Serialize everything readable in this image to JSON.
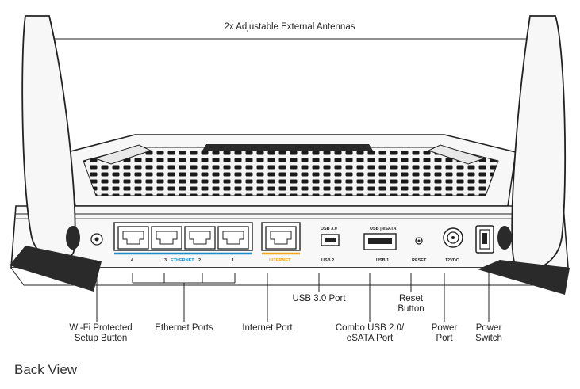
{
  "top_label": "2x Adjustable External Antennas",
  "panel_text": {
    "usb30": "USB 3.0",
    "usb_esata": "USB | eSATA",
    "usb2": "USB 2",
    "usb1": "USB 1",
    "reset": "RESET",
    "power": "12VDC",
    "internet": "INTERNET",
    "ethernet": "ETHERNET",
    "port4": "4",
    "port3": "3",
    "port2": "2",
    "port1": "1"
  },
  "callouts": {
    "usb30_port": "USB 3.0 Port",
    "reset_line1": "Reset",
    "reset_line2": "Button",
    "wps_line1": "Wi-Fi Protected",
    "wps_line2": "Setup Button",
    "ethernet_ports": "Ethernet Ports",
    "internet_port": "Internet Port",
    "combo_line1": "Combo USB 2.0/",
    "combo_line2": "eSATA Port",
    "power_port_line1": "Power",
    "power_port_line2": "Port",
    "power_switch_line1": "Power",
    "power_switch_line2": "Switch"
  },
  "caption": "Back View",
  "colors": {
    "ethernet_accent": "#1d8bc9",
    "internet_accent": "#f2a81d",
    "line": "#222222"
  }
}
